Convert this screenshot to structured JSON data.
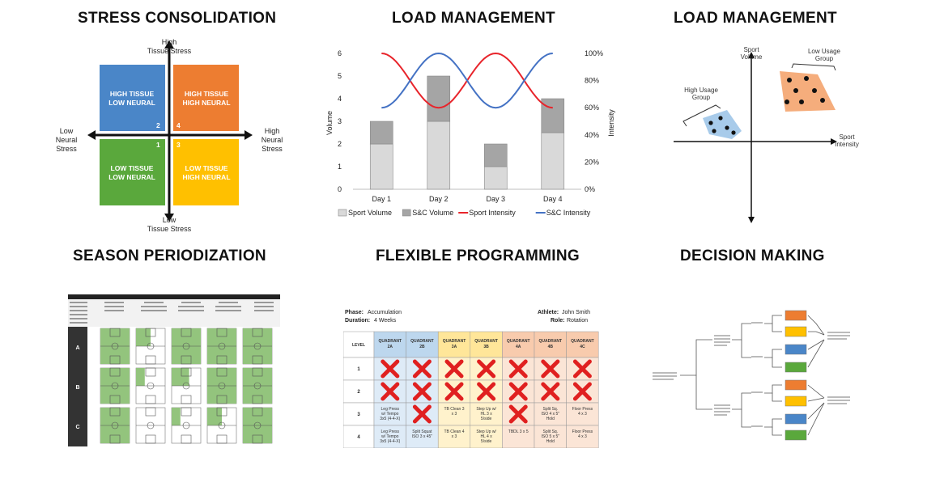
{
  "titles": {
    "stress": "STRESS CONSOLIDATION",
    "load1": "LOAD MANAGEMENT",
    "load2": "LOAD MANAGEMENT",
    "season": "SEASON PERIODIZATION",
    "flex": "FLEXIBLE PROGRAMMING",
    "decision": "DECISION MAKING"
  },
  "stress": {
    "top_label": [
      "High",
      "Tissue Stress"
    ],
    "bottom_label": [
      "Low",
      "Tissue Stress"
    ],
    "left_label": [
      "Low",
      "Neural",
      "Stress"
    ],
    "right_label": [
      "High",
      "Neural",
      "Stress"
    ],
    "quadrants": [
      {
        "line1": "HIGH TISSUE",
        "line2": "LOW NEURAL",
        "num": "2",
        "color": "#4a86c8"
      },
      {
        "line1": "HIGH TISSUE",
        "line2": "HIGH NEURAL",
        "num": "4",
        "color": "#ed7d31"
      },
      {
        "line1": "LOW TISSUE",
        "line2": "LOW NEURAL",
        "num": "1",
        "color": "#5aa83c"
      },
      {
        "line1": "LOW TISSUE",
        "line2": "HIGH NEURAL",
        "num": "3",
        "color": "#ffc000"
      }
    ]
  },
  "chart_data": {
    "type": "bar",
    "categories": [
      "Day 1",
      "Day 2",
      "Day 3",
      "Day 4"
    ],
    "series": [
      {
        "name": "Sport Volume",
        "kind": "bar",
        "values": [
          2,
          3,
          1,
          2.5
        ],
        "color": "#d9d9d9"
      },
      {
        "name": "S&C Volume",
        "kind": "bar",
        "values": [
          1,
          2,
          1,
          1.5
        ],
        "color": "#a5a5a5"
      },
      {
        "name": "Sport Intensity",
        "kind": "line",
        "axis": "right",
        "values": [
          1.0,
          0.6,
          1.0,
          0.6
        ],
        "color": "#e8242b"
      },
      {
        "name": "S&C Intensity",
        "kind": "line",
        "axis": "right",
        "values": [
          0.6,
          1.0,
          0.6,
          1.0
        ],
        "color": "#4472c4"
      }
    ],
    "ylabel": "Volume",
    "y2label": "Intensity",
    "ylim": [
      0,
      6
    ],
    "y2lim": [
      0,
      1
    ],
    "yticks": [
      "0",
      "1",
      "2",
      "3",
      "4",
      "5",
      "6"
    ],
    "y2ticks": [
      "0%",
      "20%",
      "40%",
      "60%",
      "80%",
      "100%"
    ],
    "legend_position": "bottom"
  },
  "load2": {
    "y_axis_label": [
      "Sport",
      "Volume"
    ],
    "x_axis_label": [
      "Sport",
      "Intensity"
    ],
    "low_group": [
      "Low Usage",
      "Group"
    ],
    "high_group": [
      "High Usage",
      "Group"
    ]
  },
  "season": {
    "rows": [
      "A",
      "B",
      "C"
    ]
  },
  "flex": {
    "phase_label": "Phase:",
    "phase_value": "Accumulation",
    "duration_label": "Duration:",
    "duration_value": "4 Weeks",
    "athlete_label": "Athlete:",
    "athlete_value": "John Smith",
    "role_label": "Role:",
    "role_value": "Rotation",
    "level_header": "LEVEL",
    "columns": [
      {
        "line1": "QUADRANT",
        "line2": "2A"
      },
      {
        "line1": "QUADRANT",
        "line2": "2B"
      },
      {
        "line1": "QUADRANT",
        "line2": "3A"
      },
      {
        "line1": "QUADRANT",
        "line2": "3B"
      },
      {
        "line1": "QUADRANT",
        "line2": "4A"
      },
      {
        "line1": "QUADRANT",
        "line2": "4B"
      },
      {
        "line1": "QUADRANT",
        "line2": "4C"
      }
    ],
    "levels": [
      "1",
      "2",
      "3",
      "4"
    ],
    "row3": [
      "Leg Press w/ Tempo 3x5 (4-4-X)",
      "",
      "TB Clean 3 x 3",
      "Step Up w/ HL 3 x 5/side",
      "",
      "Split Sq. ISO 4 x 5\" Hold",
      "Floor Press 4 x 3"
    ],
    "row4": [
      "Leg Press w/ Tempo 3x5 (4-4-X)",
      "Split Squat ISO 3 x 45\"",
      "TB Clean 4 x 3",
      "Step Up w/ HL 4 x 5/side",
      "TBDL 3 x 5",
      "Split Sq. ISO 5 x 5\" Hold",
      "Floor Press 4 x 3"
    ]
  }
}
